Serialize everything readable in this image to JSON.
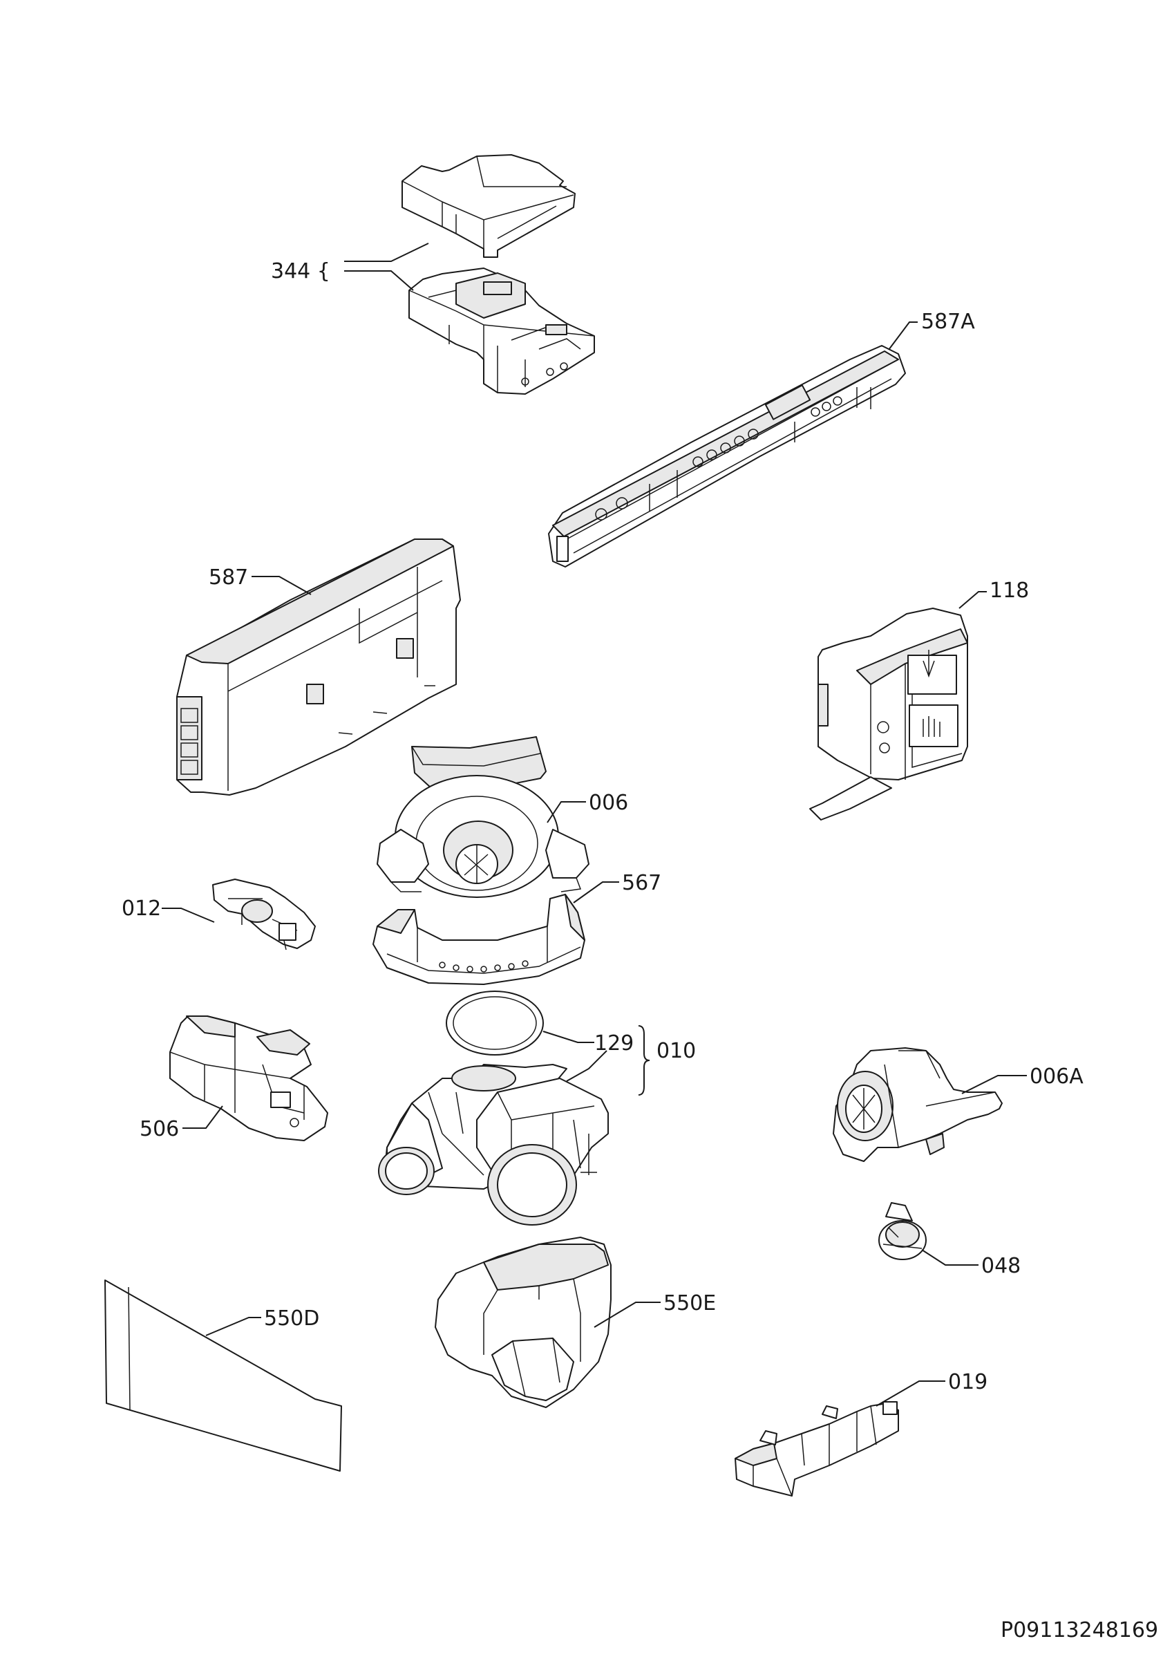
{
  "diagram": {
    "parts": {
      "p344": "344 {",
      "p587A": "587A",
      "p587": "587",
      "p118": "118",
      "p006": "006",
      "p567": "567",
      "p012": "012",
      "p129": "129",
      "p010": "010",
      "p506": "506",
      "p006A": "006A",
      "p048": "048",
      "p550D": "550D",
      "p550E": "550E",
      "p019": "019"
    },
    "document_number": "P09113248169"
  }
}
